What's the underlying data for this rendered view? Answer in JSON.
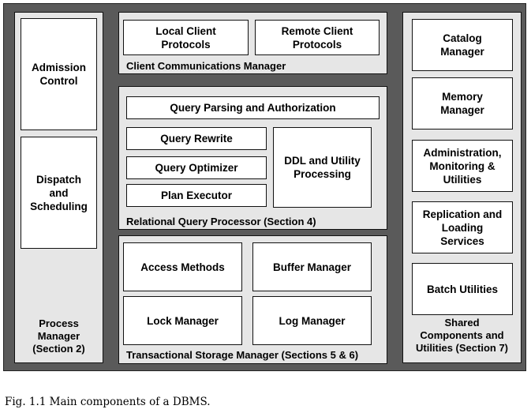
{
  "process_manager": {
    "label": "Process\nManager\n(Section 2)",
    "admission": "Admission\nControl",
    "dispatch": "Dispatch\nand\nScheduling"
  },
  "client_comms": {
    "label": "Client Communications Manager",
    "local": "Local Client\nProtocols",
    "remote": "Remote Client\nProtocols"
  },
  "query_processor": {
    "label": "Relational Query Processor (Section 4)",
    "parsing": "Query Parsing and Authorization",
    "rewrite": "Query Rewrite",
    "optimizer": "Query Optimizer",
    "executor": "Plan Executor",
    "ddl": "DDL and Utility\nProcessing"
  },
  "storage_manager": {
    "label": "Transactional Storage Manager (Sections 5 & 6)",
    "access": "Access Methods",
    "buffer": "Buffer Manager",
    "lock": "Lock Manager",
    "log": "Log Manager"
  },
  "shared": {
    "label": "Shared\nComponents and\nUtilities (Section 7)",
    "catalog": "Catalog\nManager",
    "memory": "Memory\nManager",
    "admin": "Administration,\nMonitoring &\nUtilities",
    "replication": "Replication and\nLoading\nServices",
    "batch": "Batch Utilities"
  },
  "caption": "Fig. 1.1  Main components of a DBMS."
}
